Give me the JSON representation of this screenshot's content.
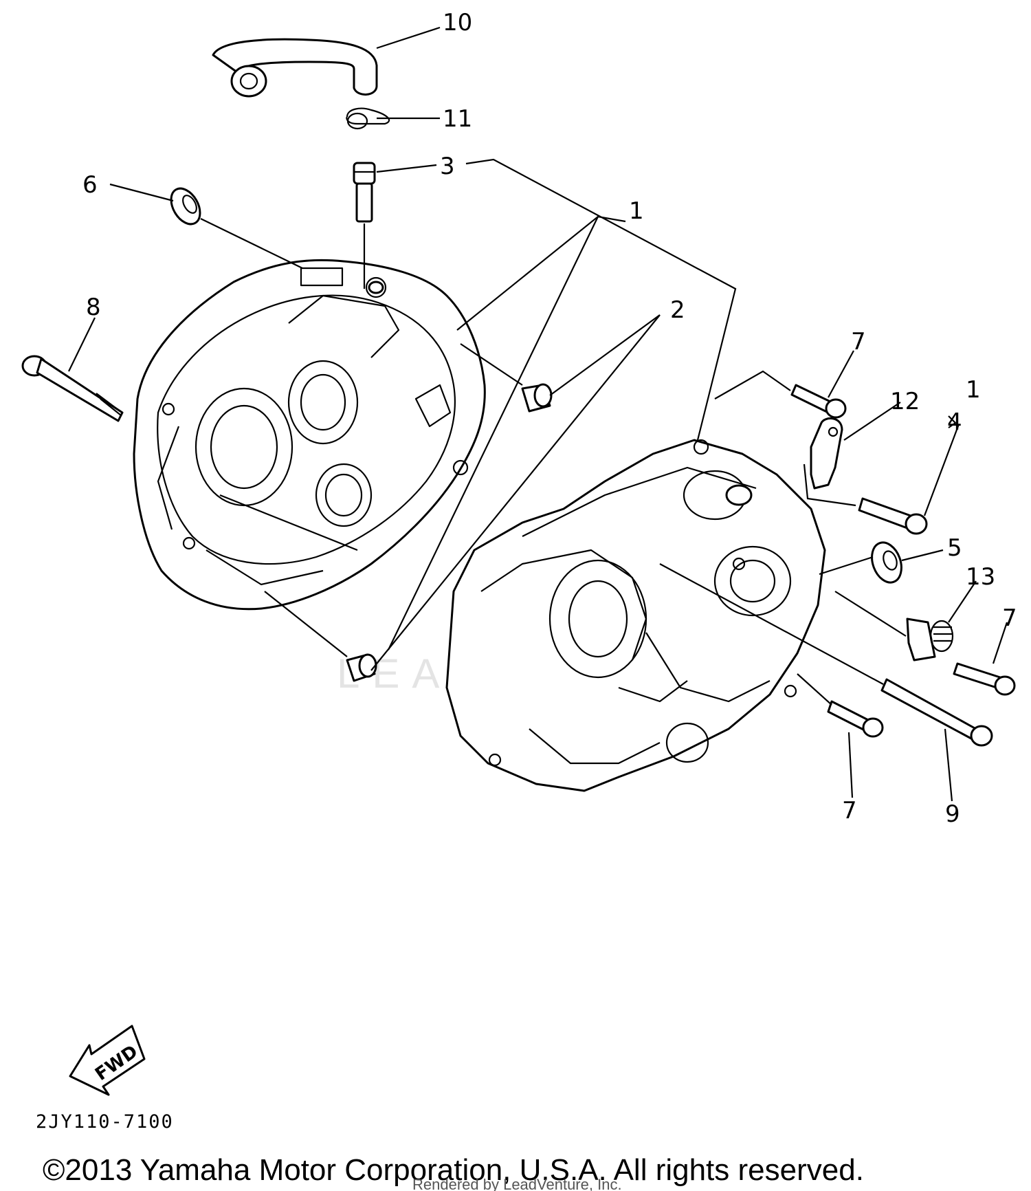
{
  "diagram": {
    "callouts": {
      "c10": "10",
      "c11": "11",
      "c3": "3",
      "c6": "6",
      "c1a": "1",
      "c8": "8",
      "c2": "2",
      "c7a": "7",
      "c12": "12",
      "c1b": "1",
      "c4": "4",
      "c5": "5",
      "c13": "13",
      "c7b": "7",
      "c7c": "7",
      "c9": "9"
    },
    "fwd_label": "FWD",
    "diagram_code": "2JY110-7100",
    "copyright": "©2013 Yamaha Motor Corporation, U.S.A. All rights reserved.",
    "rendered_by": "Rendered by LeadVenture, Inc.",
    "watermark": "LEADVENTURE"
  }
}
